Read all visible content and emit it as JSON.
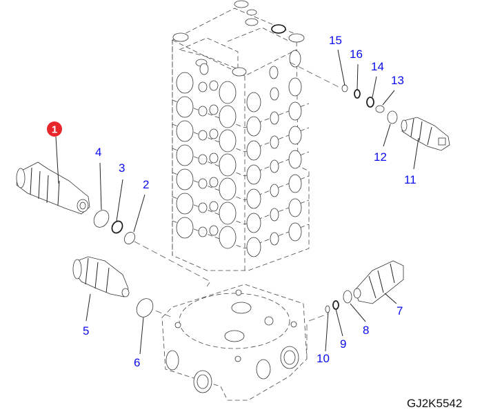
{
  "diagram": {
    "title": "Control valve exploded parts diagram",
    "drawing_code": "GJ2K5542",
    "highlighted_part": "1",
    "colors": {
      "callout_label": "#0a0af0",
      "highlight_badge": "#e8262b",
      "line_art": "#222222",
      "background": "#ffffff"
    },
    "callouts": [
      {
        "id": "1",
        "label": "1",
        "part": "valve cartridge (left)",
        "highlighted": true
      },
      {
        "id": "2",
        "label": "2",
        "part": "o-ring"
      },
      {
        "id": "3",
        "label": "3",
        "part": "backup ring"
      },
      {
        "id": "4",
        "label": "4",
        "part": "o-ring"
      },
      {
        "id": "5",
        "label": "5",
        "part": "valve cartridge"
      },
      {
        "id": "6",
        "label": "6",
        "part": "o-ring"
      },
      {
        "id": "7",
        "label": "7",
        "part": "valve cartridge (right)"
      },
      {
        "id": "8",
        "label": "8",
        "part": "o-ring"
      },
      {
        "id": "9",
        "label": "9",
        "part": "backup ring"
      },
      {
        "id": "10",
        "label": "10",
        "part": "o-ring"
      },
      {
        "id": "11",
        "label": "11",
        "part": "relief valve"
      },
      {
        "id": "12",
        "label": "12",
        "part": "o-ring"
      },
      {
        "id": "13",
        "label": "13",
        "part": "o-ring"
      },
      {
        "id": "14",
        "label": "14",
        "part": "backup ring"
      },
      {
        "id": "15",
        "label": "15",
        "part": "o-ring"
      },
      {
        "id": "16",
        "label": "16",
        "part": "backup ring"
      }
    ]
  }
}
